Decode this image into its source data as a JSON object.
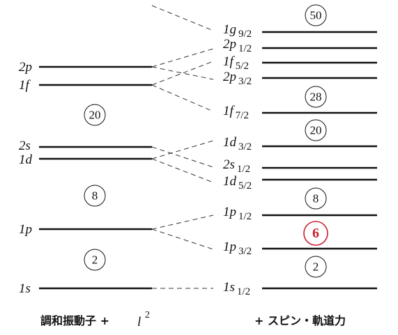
{
  "left_levels": [
    {
      "n": "2",
      "l": "p"
    },
    {
      "n": "1",
      "l": "f"
    },
    {
      "n": "2",
      "l": "s"
    },
    {
      "n": "1",
      "l": "d"
    },
    {
      "n": "1",
      "l": "p"
    },
    {
      "n": "1",
      "l": "s"
    }
  ],
  "right_levels": [
    {
      "n": "1",
      "l": "g",
      "j": "9/2"
    },
    {
      "n": "2",
      "l": "p",
      "j": "1/2"
    },
    {
      "n": "1",
      "l": "f",
      "j": "5/2"
    },
    {
      "n": "2",
      "l": "p",
      "j": "3/2"
    },
    {
      "n": "1",
      "l": "f",
      "j": "7/2"
    },
    {
      "n": "1",
      "l": "d",
      "j": "3/2"
    },
    {
      "n": "2",
      "l": "s",
      "j": "1/2"
    },
    {
      "n": "1",
      "l": "d",
      "j": "5/2"
    },
    {
      "n": "1",
      "l": "p",
      "j": "1/2"
    },
    {
      "n": "1",
      "l": "p",
      "j": "3/2"
    },
    {
      "n": "1",
      "l": "s",
      "j": "1/2"
    }
  ],
  "left_magic": [
    "20",
    "8",
    "2"
  ],
  "right_magic": [
    "50",
    "28",
    "20",
    "8",
    "6",
    "2"
  ],
  "highlight_color": "#c8202f",
  "left_caption": {
    "text": "調和振動子 +",
    "var": "l",
    "sup": "2"
  },
  "right_caption": "+ スピン・軌道力"
}
